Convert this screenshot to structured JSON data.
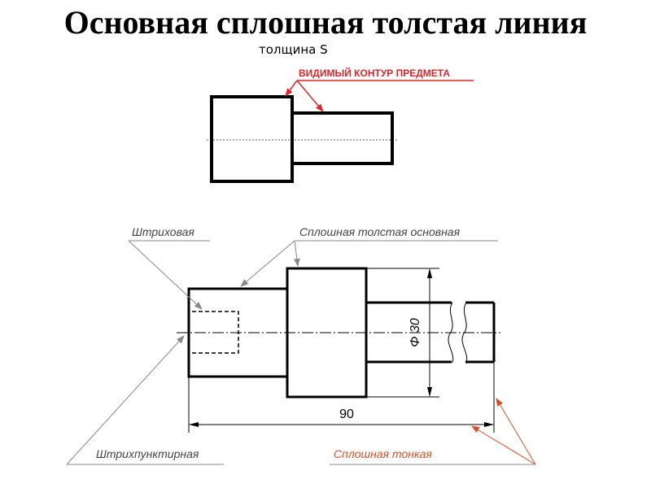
{
  "title": "Основная сплошная толстая линия",
  "subtitle": "толщина S",
  "top_figure": {
    "callout": "ВИДИМЫЙ КОНТУР ПРЕДМЕТА"
  },
  "bottom_figure": {
    "labels": {
      "dashed": "Штриховая",
      "thick_solid": "Сплошная толстая основная",
      "dash_dot": "Штрихпунктирная",
      "thin_solid": "Сплошная тонкая"
    },
    "dimensions": {
      "length": "90",
      "diameter": "Φ 30"
    }
  },
  "colors": {
    "ink": "#000000",
    "callout_red": "#d9262c",
    "thin_label_orange": "#d4502a",
    "leader_grey": "#888888"
  }
}
